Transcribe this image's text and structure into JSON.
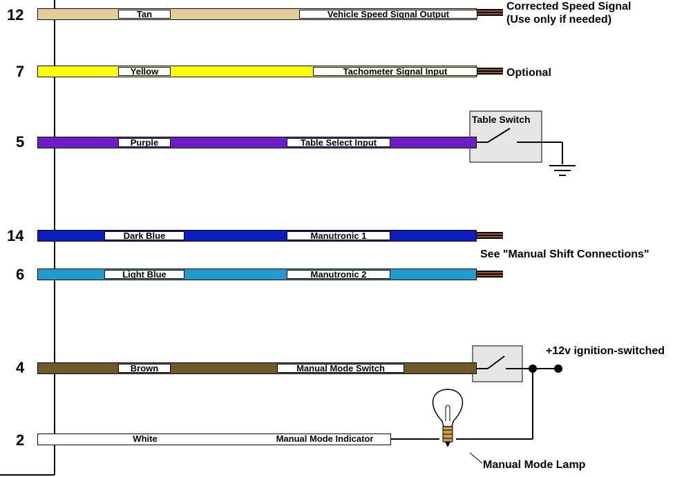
{
  "colors": {
    "tan": "#E3CD98",
    "yellow": "#FFFF00",
    "purple": "#6E1CC8",
    "dark_blue": "#0A1EC0",
    "light_blue": "#1E9BCF",
    "brown": "#6E5A26",
    "white": "#FFFFFF",
    "switch_box": "#E6E6E6"
  },
  "wires": [
    {
      "pin": "12",
      "color_name": "Tan",
      "function": "Vehicle Speed Signal Output"
    },
    {
      "pin": "7",
      "color_name": "Yellow",
      "function": "Tachometer Signal Input"
    },
    {
      "pin": "5",
      "color_name": "Purple",
      "function": "Table Select Input"
    },
    {
      "pin": "14",
      "color_name": "Dark Blue",
      "function": "Manutronic 1"
    },
    {
      "pin": "6",
      "color_name": "Light Blue",
      "function": "Manutronic 2"
    },
    {
      "pin": "4",
      "color_name": "Brown",
      "function": "Manual Mode Switch"
    },
    {
      "pin": "2",
      "color_name": "White",
      "function": "Manual Mode Indicator"
    }
  ],
  "notes": {
    "corrected_line1": "Corrected Speed Signal",
    "corrected_line2": "(Use only if needed)",
    "optional": "Optional",
    "table_switch": "Table Switch",
    "manual_shift": "See \"Manual Shift Connections\"",
    "ignition": "+12v ignition-switched",
    "lamp": "Manual Mode Lamp"
  }
}
